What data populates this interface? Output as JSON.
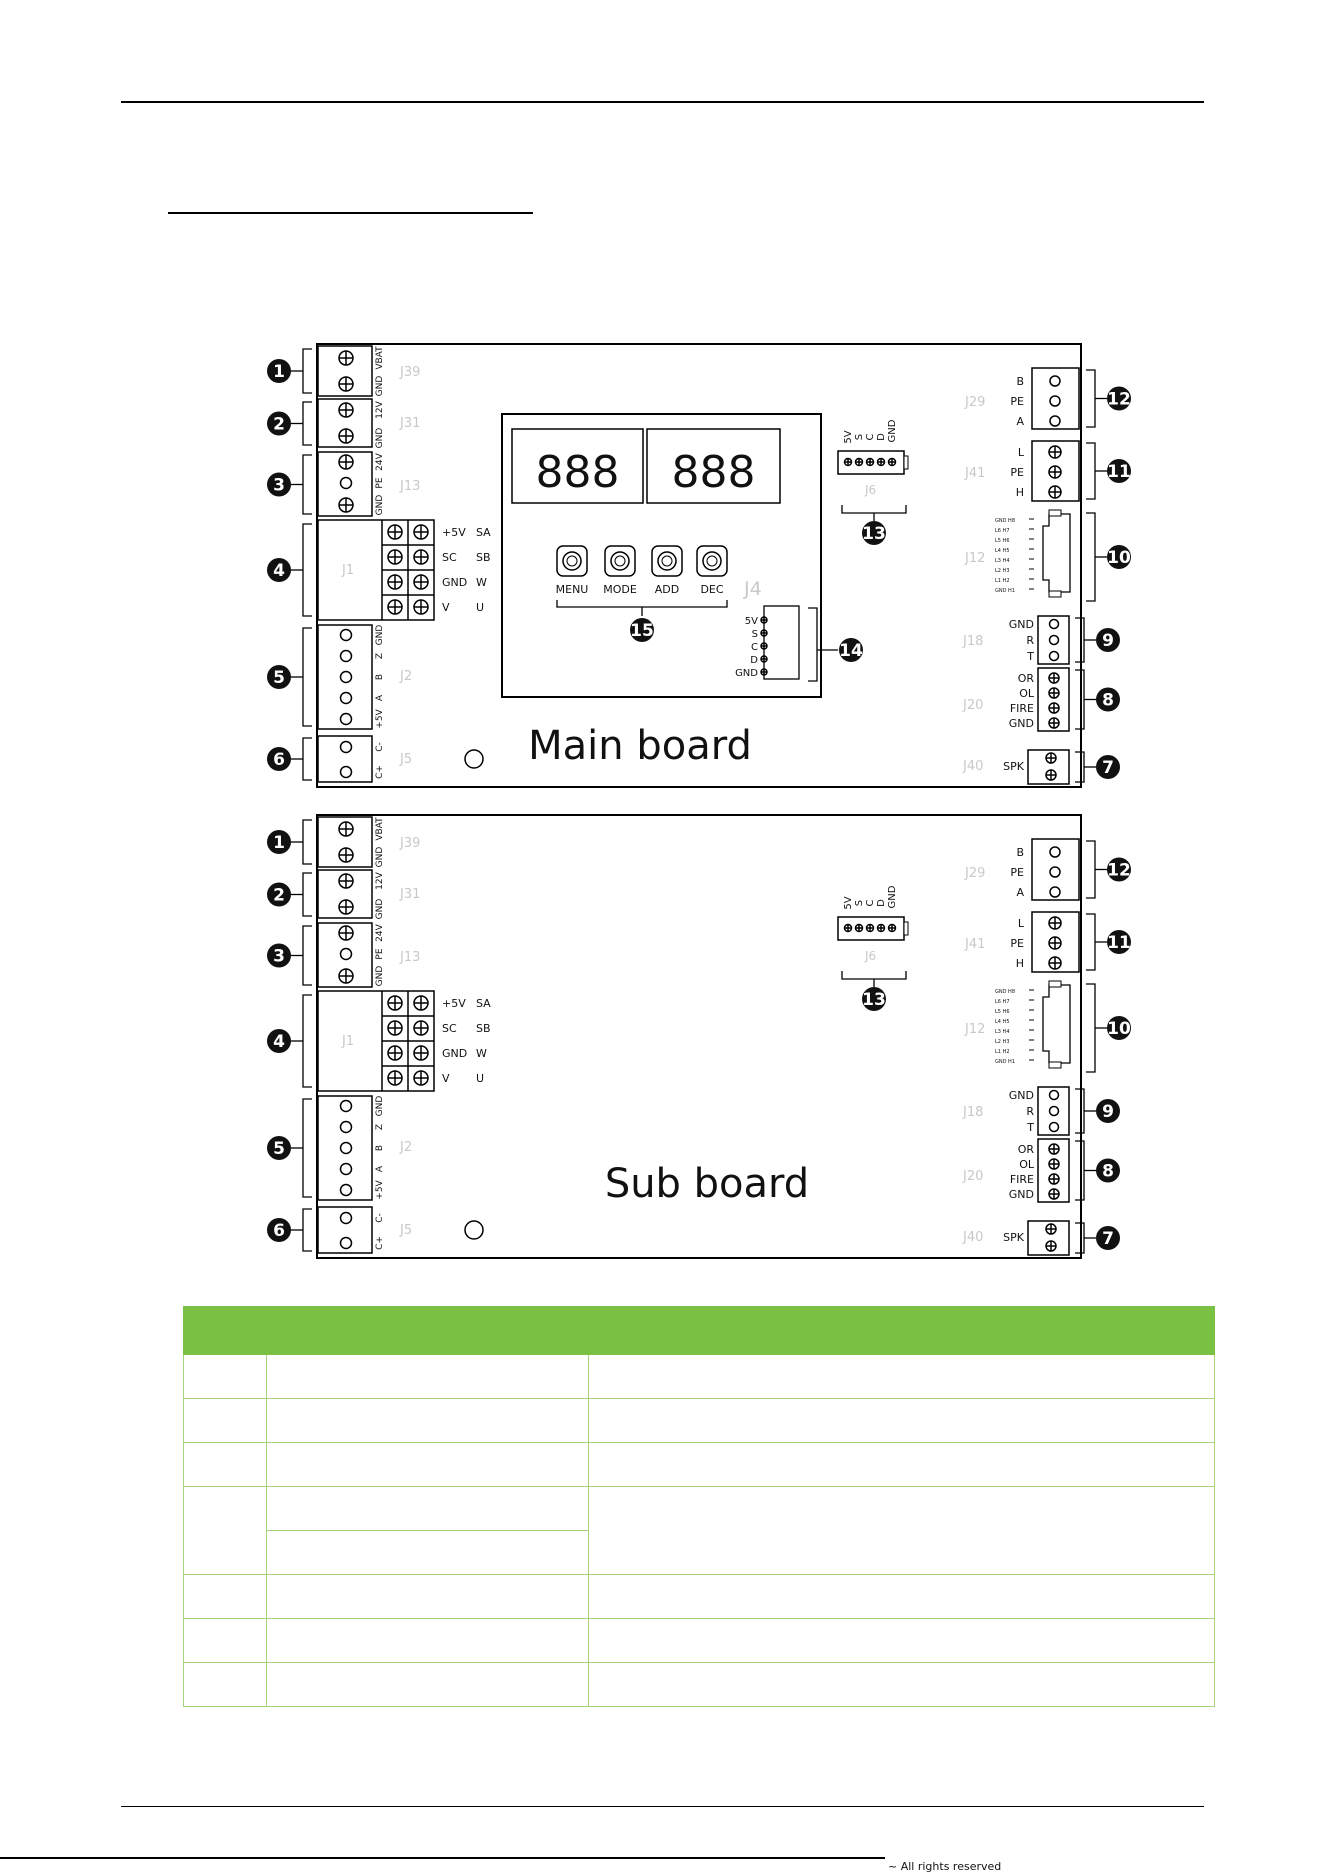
{
  "boards": [
    {
      "key": "main",
      "title": "Main board",
      "left_connectors": [
        {
          "num": "1",
          "id": "J39",
          "pins": [
            "GND",
            "VBAT"
          ],
          "style": "screw"
        },
        {
          "num": "2",
          "id": "J31",
          "pins": [
            "GND",
            "12V"
          ],
          "style": "screw"
        },
        {
          "num": "3",
          "id": "J13",
          "pins": [
            "GND",
            "PE",
            "24V"
          ],
          "style": "screw-mix"
        },
        {
          "num": "4",
          "id": "J1",
          "rows": [
            [
              "+5V",
              "SA"
            ],
            [
              "SC",
              "SB"
            ],
            [
              "GND",
              "W"
            ],
            [
              "V",
              "U"
            ]
          ]
        },
        {
          "num": "5",
          "id": "J2",
          "pins": [
            "+5V",
            "A",
            "B",
            "Z",
            "GND"
          ],
          "style": "round"
        },
        {
          "num": "6",
          "id": "J5",
          "pins": [
            "C+",
            "C-"
          ],
          "style": "round"
        }
      ],
      "right_connectors": [
        {
          "num": "12",
          "id": "J29",
          "pins": [
            "B",
            "PE",
            "A"
          ]
        },
        {
          "num": "11",
          "id": "J41",
          "pins": [
            "L",
            "PE",
            "H"
          ]
        },
        {
          "num": "10",
          "id": "J12",
          "pins": [
            "GND H8",
            "L6 H7",
            "L5 H6",
            "L4 H5",
            "L3 H4",
            "L2 H3",
            "L1 H2",
            "GND H1"
          ]
        },
        {
          "num": "9",
          "id": "J18",
          "pins": [
            "GND",
            "R",
            "T"
          ]
        },
        {
          "num": "8",
          "id": "J20",
          "pins": [
            "OR",
            "OL",
            "FIRE",
            "GND"
          ]
        },
        {
          "num": "7",
          "id": "J40",
          "pins": [
            "SPK"
          ]
        }
      ],
      "j6": {
        "num": "13",
        "id": "J6",
        "pins": [
          "5V",
          "S",
          "C",
          "D",
          "GND"
        ]
      },
      "display": {
        "digits": [
          "888",
          "888"
        ],
        "buttons": [
          "MENU",
          "MODE",
          "ADD",
          "DEC"
        ],
        "buttons_num": "15",
        "j4": {
          "num": "14",
          "id": "J4",
          "pins": [
            "5V",
            "S",
            "C",
            "D",
            "GND"
          ]
        }
      }
    },
    {
      "key": "sub",
      "title": "Sub board",
      "left_connectors": [
        {
          "num": "1",
          "id": "J39",
          "pins": [
            "GND",
            "VBAT"
          ],
          "style": "screw"
        },
        {
          "num": "2",
          "id": "J31",
          "pins": [
            "GND",
            "12V"
          ],
          "style": "screw"
        },
        {
          "num": "3",
          "id": "J13",
          "pins": [
            "GND",
            "PE",
            "24V"
          ],
          "style": "screw-mix"
        },
        {
          "num": "4",
          "id": "J1",
          "rows": [
            [
              "+5V",
              "SA"
            ],
            [
              "SC",
              "SB"
            ],
            [
              "GND",
              "W"
            ],
            [
              "V",
              "U"
            ]
          ]
        },
        {
          "num": "5",
          "id": "J2",
          "pins": [
            "+5V",
            "A",
            "B",
            "Z",
            "GND"
          ],
          "style": "round"
        },
        {
          "num": "6",
          "id": "J5",
          "pins": [
            "C+",
            "C-"
          ],
          "style": "round"
        }
      ],
      "right_connectors": [
        {
          "num": "12",
          "id": "J29",
          "pins": [
            "B",
            "PE",
            "A"
          ]
        },
        {
          "num": "11",
          "id": "J41",
          "pins": [
            "L",
            "PE",
            "H"
          ]
        },
        {
          "num": "10",
          "id": "J12",
          "pins": [
            "GND H8",
            "L6 H7",
            "L5 H6",
            "L4 H5",
            "L3 H4",
            "L2 H3",
            "L1 H2",
            "GND H1"
          ]
        },
        {
          "num": "9",
          "id": "J18",
          "pins": [
            "GND",
            "R",
            "T"
          ]
        },
        {
          "num": "8",
          "id": "J20",
          "pins": [
            "OR",
            "OL",
            "FIRE",
            "GND"
          ]
        },
        {
          "num": "7",
          "id": "J40",
          "pins": [
            "SPK"
          ]
        }
      ],
      "j6": {
        "num": "13",
        "id": "J6",
        "pins": [
          "5V",
          "S",
          "C",
          "D",
          "GND"
        ]
      }
    }
  ],
  "table": {
    "header_color": "#7ac143",
    "border_color": "#a7d37f",
    "rows": [
      [
        "",
        "",
        ""
      ],
      [
        "",
        "",
        ""
      ],
      [
        "",
        "",
        ""
      ],
      [
        "",
        "",
        ""
      ],
      [
        "",
        ""
      ],
      [
        "",
        "",
        ""
      ],
      [
        "",
        "",
        ""
      ],
      [
        "",
        "",
        ""
      ]
    ]
  },
  "footer_text": "~ All rights reserved"
}
